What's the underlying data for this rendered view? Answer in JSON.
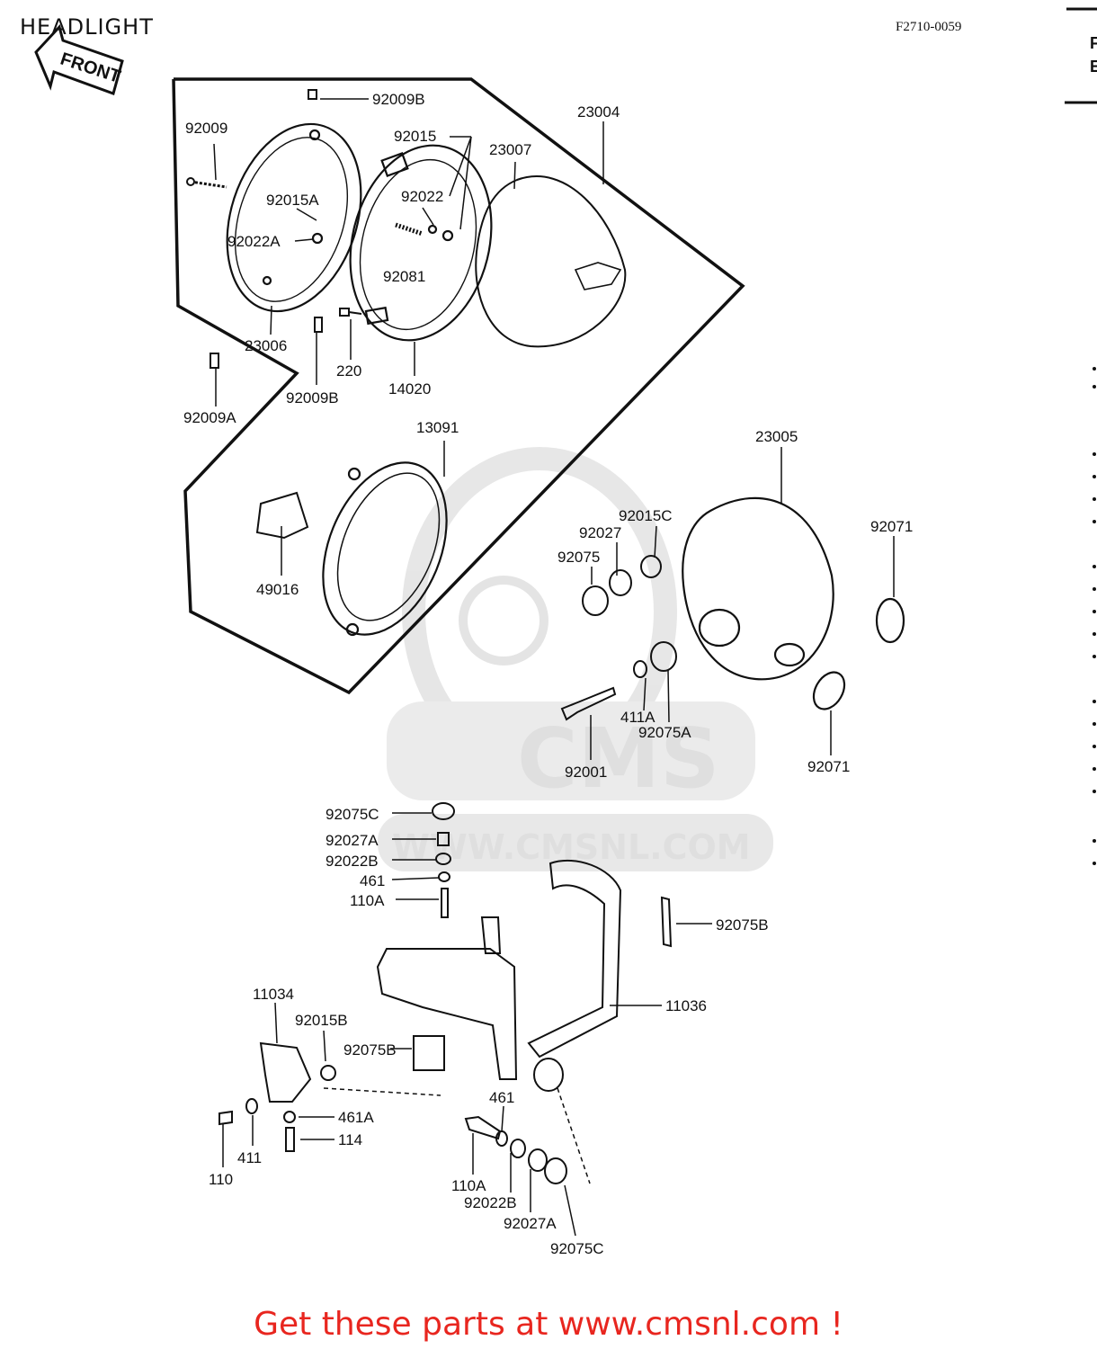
{
  "header": {
    "title": "HEADLIGHT",
    "code": "F2710-0059"
  },
  "front_arrow": {
    "label": "FRONT"
  },
  "watermark": {
    "brand": "CMS",
    "site": "WWW.CMSNL.COM"
  },
  "footer": {
    "promo": "Get these parts at www.cmsnl.com !"
  },
  "parts": {
    "p92009B_top": "92009B",
    "p92009": "92009",
    "p92015": "92015",
    "p23004": "23004",
    "p23007": "23007",
    "p92015A": "92015A",
    "p92022": "92022",
    "p92022A": "92022A",
    "p92081": "92081",
    "p23006": "23006",
    "p220": "220",
    "p14020": "14020",
    "p92009B_bottom": "92009B",
    "p92009A": "92009A",
    "p13091": "13091",
    "p23005": "23005",
    "p92015C": "92015C",
    "p92027": "92027",
    "p92075": "92075",
    "p92071_top": "92071",
    "p49016": "49016",
    "p411A": "411A",
    "p92075A": "92075A",
    "p92001": "92001",
    "p92071_bottom": "92071",
    "p92075C_top": "92075C",
    "p92027A_top": "92027A",
    "p92022B_top": "92022B",
    "p461_top": "461",
    "p110A_top": "110A",
    "p92075B_right": "92075B",
    "p11034": "11034",
    "p92015B": "92015B",
    "p92075B_mid": "92075B",
    "p11036": "11036",
    "p461_bottom": "461",
    "p461A": "461A",
    "p114": "114",
    "p411": "411",
    "p110": "110",
    "p110A_bottom": "110A",
    "p92022B_bottom": "92022B",
    "p92027A_bottom": "92027A",
    "p92075C_bottom": "92075C"
  }
}
